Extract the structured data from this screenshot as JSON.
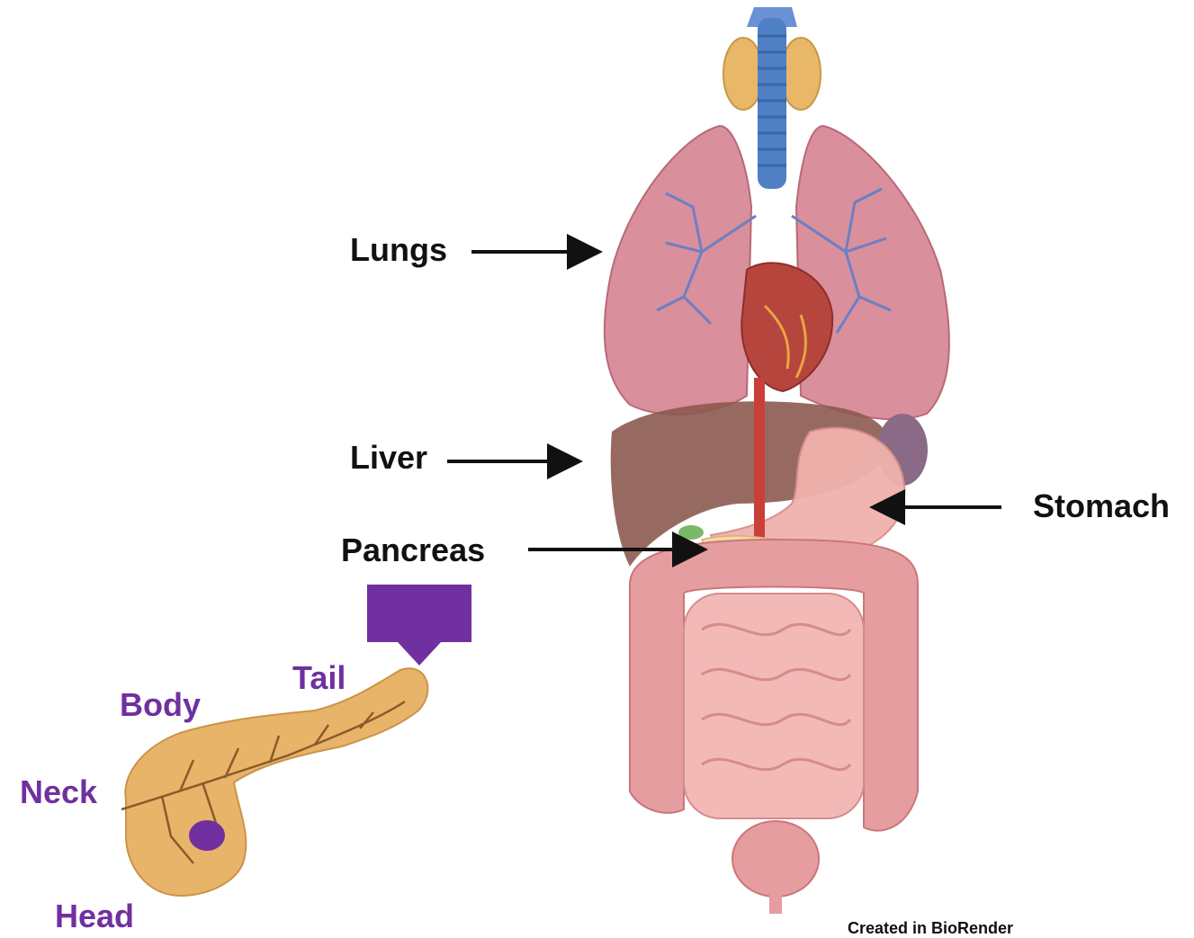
{
  "organ_labels": {
    "lungs": "Lungs",
    "liver": "Liver",
    "pancreas": "Pancreas",
    "stomach": "Stomach"
  },
  "pancreas_parts": {
    "tail": "Tail",
    "body": "Body",
    "neck": "Neck",
    "head": "Head"
  },
  "credit": "Created in BioRender",
  "colors": {
    "label_text": "#111111",
    "part_label": "#7030a0",
    "callout_arrow": "#7030a0",
    "head_marker": "#7030a0",
    "lungs": "#d98f9c",
    "liver": "#8c5a50",
    "stomach": "#f0b2ad",
    "pancreas": "#e8b46a",
    "intestine": "#e59da0",
    "trachea": "#4f7fc4",
    "thyroid": "#e8b868"
  }
}
